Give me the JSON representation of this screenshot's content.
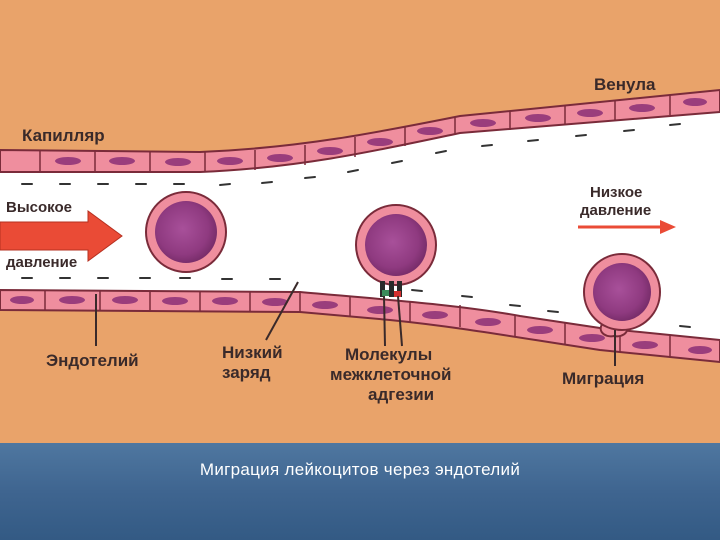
{
  "labels": {
    "venule": "Венула",
    "capillary": "Капилляр",
    "high_pressure_line1": "Высокое",
    "high_pressure_line2": "давление",
    "low_pressure_line1": "Низкое",
    "low_pressure_line2": "давление",
    "endothelium": "Эндотелий",
    "low_charge_line1": "Низкий",
    "low_charge_line2": "заряд",
    "adhesion_line1": "Молекулы",
    "adhesion_line2": "межклеточной",
    "adhesion_line3": "адгезии",
    "migration": "Миграция"
  },
  "caption": "Миграция лейкоцитов через эндотелий",
  "colors": {
    "tissue": "#e9a36a",
    "endothelium": "#ef8e9e",
    "nucleus": "#9a3d7c",
    "vessel_lumen": "#ffffff",
    "leukocyte": "#9a3f88",
    "arrow": "#ea4b36",
    "footer": "#3f6590"
  }
}
